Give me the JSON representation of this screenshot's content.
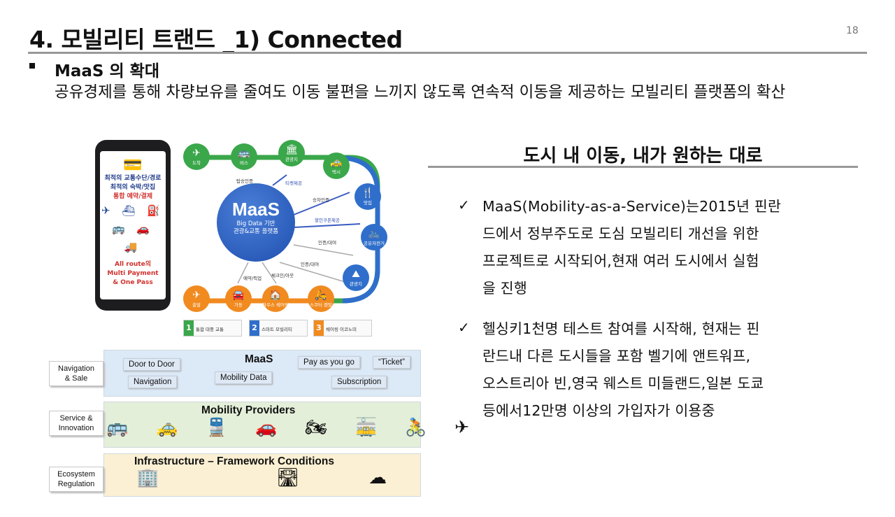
{
  "page": {
    "title": "4. 모빌리티 트랜드 _1) Connected",
    "page_number": "18"
  },
  "section": {
    "subhead": "MaaS 의 확대",
    "description": "공유경제를 통해 차량보유를 줄여도 이동 불편을 느끼지 않도록 연속적 이동을 제공하는 모빌리티 플랫폼의 확산"
  },
  "right": {
    "heading": "도시 내 이동, 내가 원하는 대로",
    "check_glyph": "✓",
    "points": [
      {
        "lines": [
          "MaaS(Mobility-as-a-Service)는2015년 핀란",
          "드에서 정부주도로 도심 모빌리티 개선을 위한",
          "프로젝트로 시작되어,현재 여러 도시에서 실험",
          "을 진행"
        ]
      },
      {
        "lines": [
          "헬싱키1천명 테스트 참여를 시작해, 현재는 핀",
          "란드내 다른 도시들을 포함 벨기에 앤트워프,",
          "오스트리아 빈,영국 웨스트 미들랜드,일본 도쿄",
          "등에서12만명 이상의 가입자가 이용중"
        ]
      }
    ]
  },
  "phone": {
    "lines": [
      "최적의 교통수단/경로",
      "최적의 숙박/맛집",
      "통합 예약/결제"
    ],
    "icons_row1": "✈ ⛴ ⛽",
    "icons_row2": "🚌 🚗 🚚",
    "tagline": [
      "All route의",
      "Multi Payment",
      "& One Pass"
    ]
  },
  "diagram": {
    "maas_title": "MaaS",
    "maas_sub": [
      "Big Data 기반",
      "관광&교통 플랫폼"
    ],
    "nodes": [
      {
        "label": "도착",
        "icon": "✈"
      },
      {
        "label": "버스",
        "icon": "🚌"
      },
      {
        "label": "관광지",
        "icon": "🏛"
      },
      {
        "label": "택시",
        "icon": "🚕"
      },
      {
        "label": "맛집",
        "icon": "🍴"
      },
      {
        "label": "공유자전거",
        "icon": "🚲"
      },
      {
        "label": "관광지",
        "icon": "⛰"
      },
      {
        "label": "스쿠터 렌탈",
        "icon": "🛵"
      },
      {
        "label": "하우스 쉐어링",
        "icon": "🏠"
      },
      {
        "label": "가동",
        "icon": "🚘"
      },
      {
        "label": "출발",
        "icon": "✈"
      }
    ],
    "connectors": [
      "탑승인증",
      "티켓제공",
      "승차인증",
      "할인쿠폰제공",
      "인증/대여",
      "인증/대여",
      "체크인/아웃",
      "예약/픽업"
    ],
    "legend": [
      {
        "num": "1",
        "text": "통합 대중 교통"
      },
      {
        "num": "2",
        "text": "스마트 모빌리티"
      },
      {
        "num": "3",
        "text": "쉐어링 이코노미"
      }
    ]
  },
  "layers": {
    "side_labels": [
      [
        "Navigation",
        "& Sale"
      ],
      [
        "Service &",
        "Innovation"
      ],
      [
        "Ecosystem",
        "Regulation"
      ]
    ],
    "maas": {
      "title": "MaaS",
      "tags": [
        "Door to Door",
        "Navigation",
        "Mobility Data",
        "Pay as you go",
        "“Ticket”",
        "Subscription"
      ]
    },
    "providers": {
      "title": "Mobility Providers",
      "icons": "🚌 🚕 🚆 🚗 🏍 🚋 🚴 ✈"
    },
    "infra": {
      "title": "Infrastructure – Framework Conditions",
      "icons": [
        "🏢",
        "🛣",
        "☁"
      ]
    }
  },
  "colors": {
    "rule": "#999999",
    "node_green": "#3aa74a",
    "node_blue": "#2f6fcb",
    "node_orange": "#f18a1f",
    "maas_blue": "#1f4faf"
  }
}
